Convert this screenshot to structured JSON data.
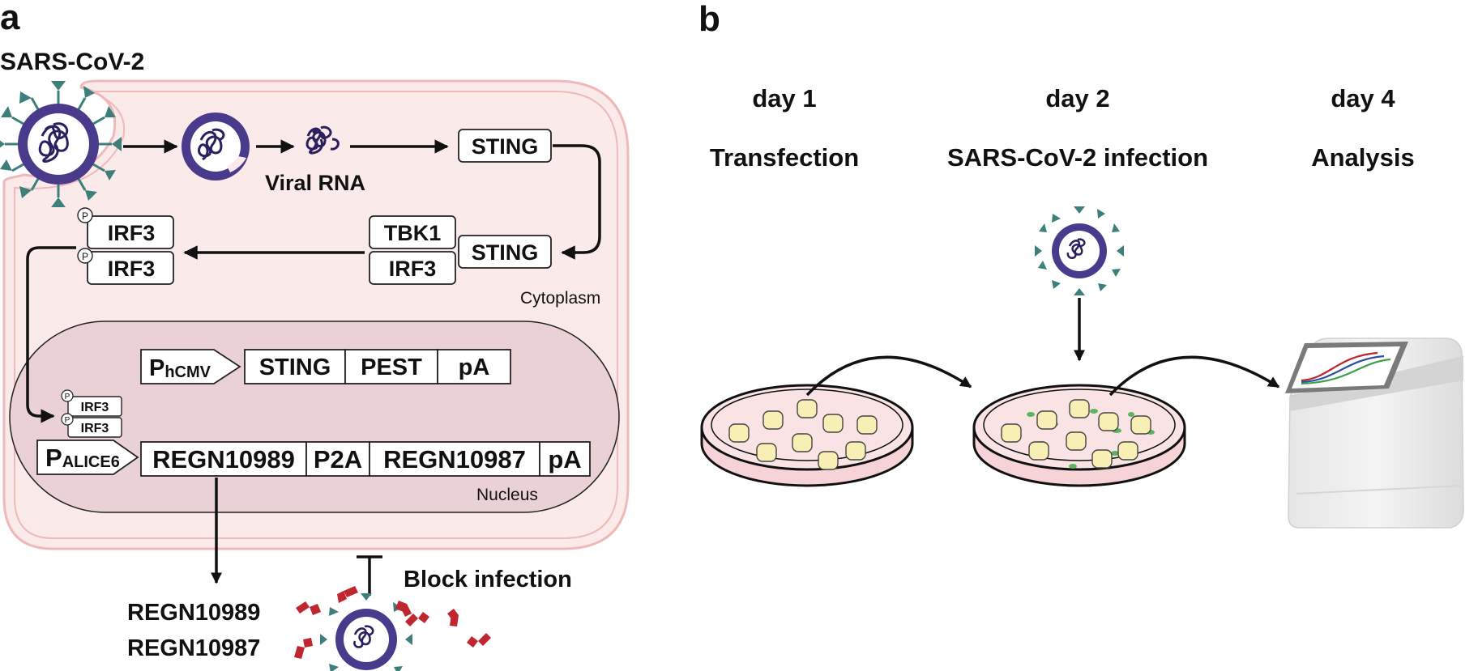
{
  "panel_a": {
    "letter": "a",
    "virus_label": "SARS-CoV-2",
    "viral_rna_label": "Viral RNA",
    "sting_top": "STING",
    "sting_mid": "STING",
    "tbk1": "TBK1",
    "irf3_complex": "IRF3",
    "irf3_dimer_top": "IRF3",
    "irf3_dimer_bottom": "IRF3",
    "phospho": "P",
    "cytoplasm_label": "Cytoplasm",
    "nucleus_label": "Nucleus",
    "promoter1_main": "P",
    "promoter1_sub": "hCMV",
    "construct1": [
      "STING",
      "PEST",
      "pA"
    ],
    "irf3_small_top": "IRF3",
    "irf3_small_bottom": "IRF3",
    "promoter2_main": "P",
    "promoter2_sub": "ALICE6",
    "construct2": [
      "REGN10989",
      "P2A",
      "REGN10987",
      "pA"
    ],
    "antibody_1": "REGN10989",
    "antibody_2": "REGN10987",
    "block_label": "Block infection"
  },
  "panel_b": {
    "letter": "b",
    "steps": [
      {
        "day": "day 1",
        "label": "Transfection"
      },
      {
        "day": "day 2",
        "label": "SARS-CoV-2 infection"
      },
      {
        "day": "day 4",
        "label": "Analysis"
      }
    ]
  },
  "colors": {
    "cell_fill": "#fbeaea",
    "cell_stroke": "#f0b9b9",
    "nucleus_fill": "#ead1d5",
    "virus_envelope": "#4a3a8c",
    "virus_spike": "#3d7f7a",
    "antibody": "#c0262f",
    "cell_yellow": "#f7efb4",
    "infected_green": "#5cb55c",
    "dish_medium": "#f6d3d6"
  }
}
